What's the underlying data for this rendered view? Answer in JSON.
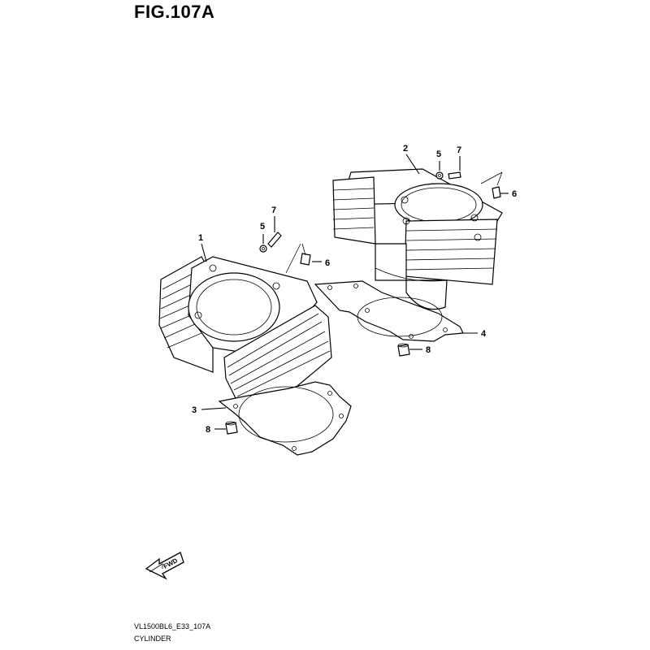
{
  "figure": {
    "title": "FIG.107A",
    "diagram_code": "VL1500BL6_E33_107A",
    "section_name": "CYLINDER",
    "fwd_label": "FWD"
  },
  "callouts": [
    {
      "id": "c1",
      "number": "1"
    },
    {
      "id": "c2",
      "number": "2"
    },
    {
      "id": "c3",
      "number": "3"
    },
    {
      "id": "c4",
      "number": "4"
    },
    {
      "id": "c5a",
      "number": "5"
    },
    {
      "id": "c5b",
      "number": "5"
    },
    {
      "id": "c6a",
      "number": "6"
    },
    {
      "id": "c6b",
      "number": "6"
    },
    {
      "id": "c7a",
      "number": "7"
    },
    {
      "id": "c7b",
      "number": "7"
    },
    {
      "id": "c8a",
      "number": "8"
    },
    {
      "id": "c8b",
      "number": "8"
    }
  ]
}
